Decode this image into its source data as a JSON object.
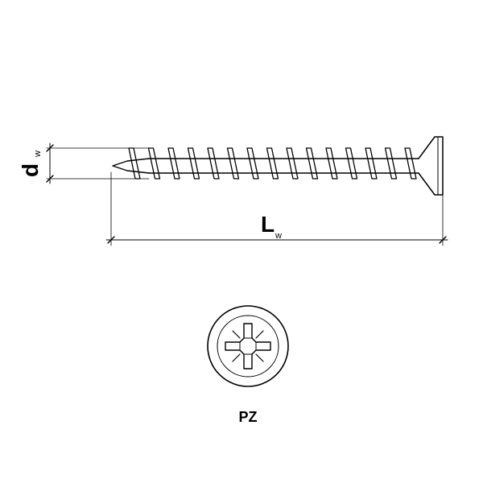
{
  "dimensions": {
    "diameter": {
      "symbol": "d",
      "subscript": "w"
    },
    "length": {
      "symbol": "L",
      "subscript": "w"
    }
  },
  "drive": {
    "label": "PZ"
  }
}
